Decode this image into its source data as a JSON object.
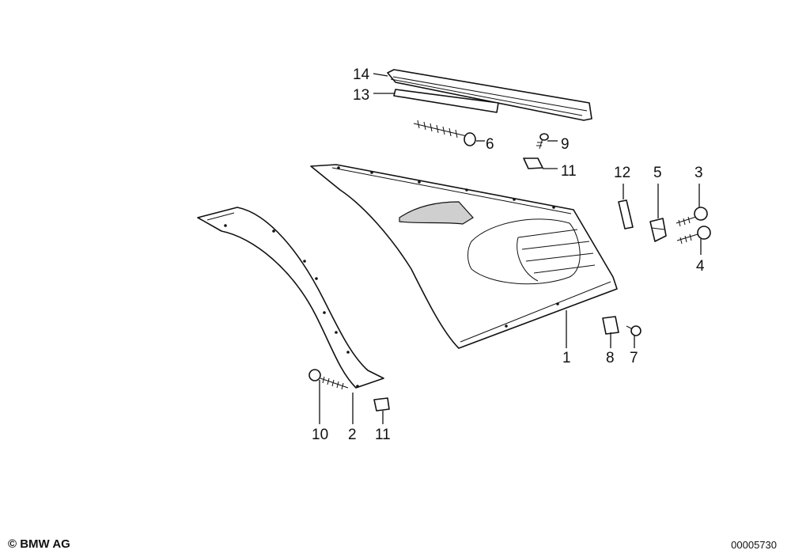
{
  "callouts": [
    {
      "id": "c1",
      "label": "1"
    },
    {
      "id": "c2",
      "label": "2"
    },
    {
      "id": "c3",
      "label": "3"
    },
    {
      "id": "c4",
      "label": "4"
    },
    {
      "id": "c5",
      "label": "5"
    },
    {
      "id": "c6",
      "label": "6"
    },
    {
      "id": "c7",
      "label": "7"
    },
    {
      "id": "c8",
      "label": "8"
    },
    {
      "id": "c9",
      "label": "9"
    },
    {
      "id": "c10",
      "label": "10"
    },
    {
      "id": "c11a",
      "label": "11"
    },
    {
      "id": "c11b",
      "label": "11"
    },
    {
      "id": "c12",
      "label": "12"
    },
    {
      "id": "c13",
      "label": "13"
    },
    {
      "id": "c14",
      "label": "14"
    }
  ],
  "footer": {
    "copyright": "© BMW AG",
    "diagram_number": "00005730"
  }
}
